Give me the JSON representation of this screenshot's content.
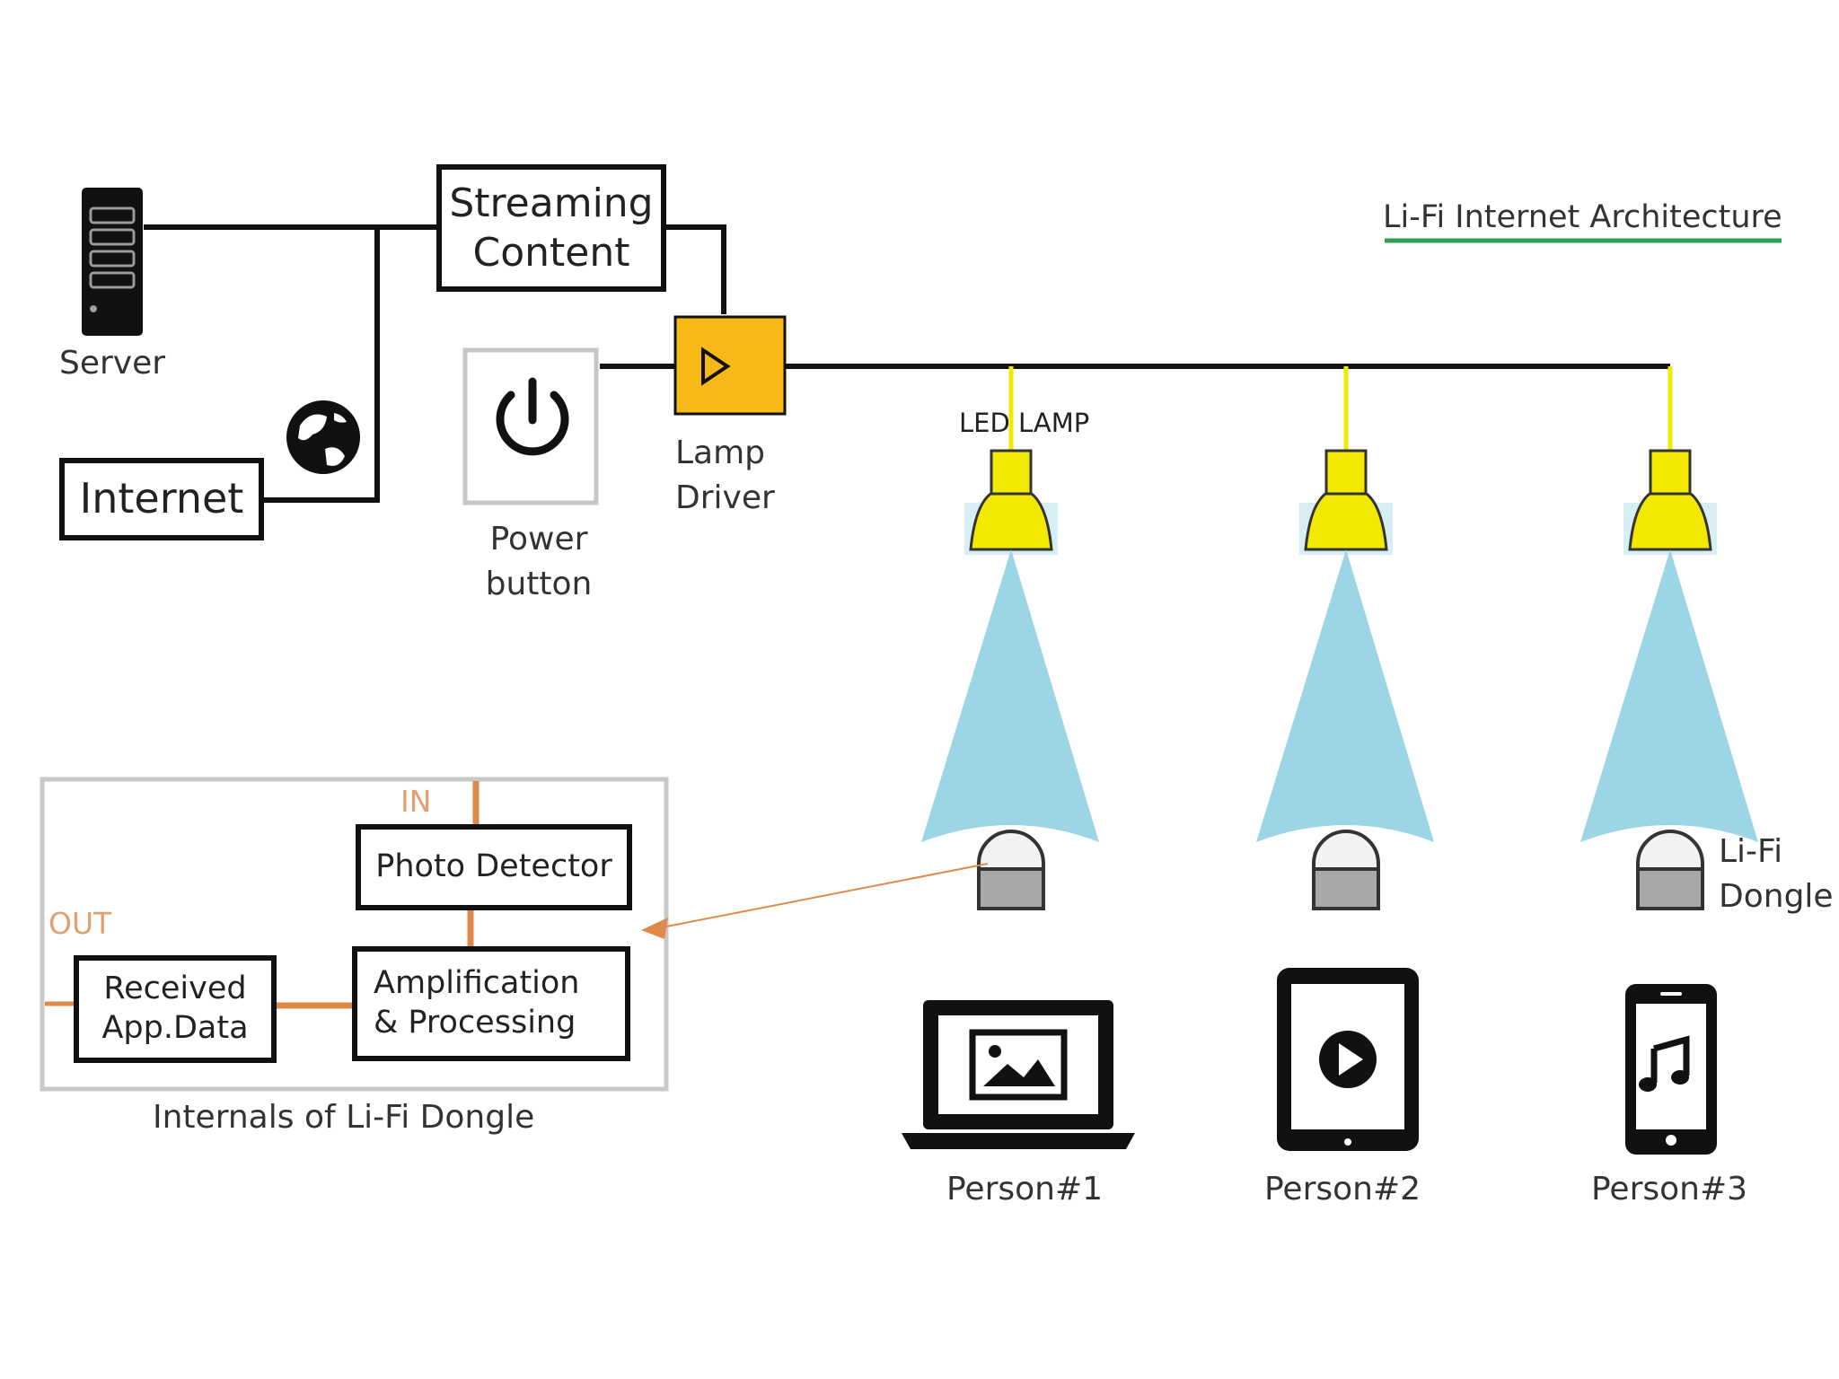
{
  "title": "Li-Fi Internet Architecture",
  "colors": {
    "line": "#111111",
    "driver": "#f7b918",
    "lamp": "#f2e800",
    "beam": "#9cd6e6",
    "dongle_link": "#e08a4a",
    "title_underline": "#2e9e4f",
    "in_out_label": "#e0a070"
  },
  "nodes": {
    "server_label": "Server",
    "internet_label": "Internet",
    "streaming_label": "Streaming\nContent",
    "power_label": "Power\nbutton",
    "driver_label": "Lamp\nDriver",
    "led_lamp_label": "LED LAMP",
    "dongle_label": "Li-Fi\nDongle"
  },
  "internals": {
    "caption": "Internals of Li-Fi Dongle",
    "in_label": "IN",
    "out_label": "OUT",
    "photo_detector": "Photo Detector",
    "amplification": "Amplification\n& Processing",
    "received": "Received\nApp.Data"
  },
  "persons": [
    {
      "label": "Person#1",
      "device_icon": "laptop-image-icon"
    },
    {
      "label": "Person#2",
      "device_icon": "tablet-play-icon"
    },
    {
      "label": "Person#3",
      "device_icon": "phone-music-icon"
    }
  ]
}
